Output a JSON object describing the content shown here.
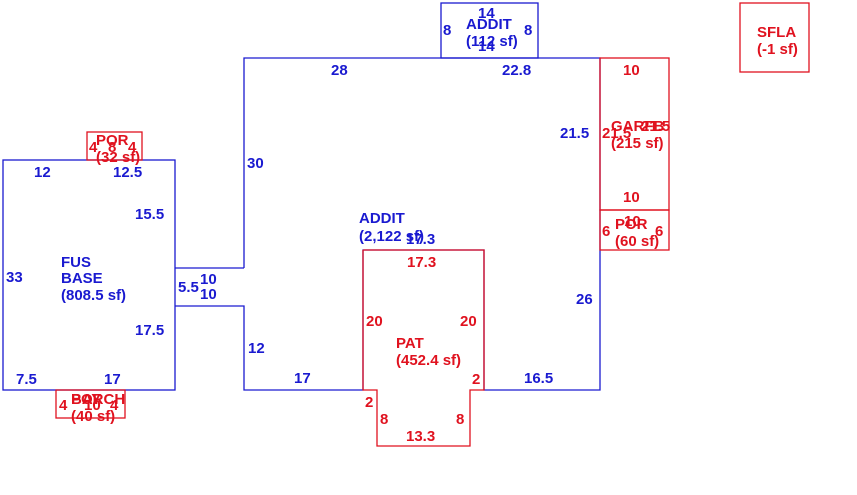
{
  "colors": {
    "living": "#1a1ad0",
    "nonliving": "#e0121f"
  },
  "areas": {
    "addit_top": {
      "name": "ADDIT",
      "area": "(112 sf)",
      "dims": [
        "14",
        "8",
        "8",
        "14"
      ]
    },
    "addit_main": {
      "name": "ADDIT",
      "area": "(2,122 sf)",
      "dims": [
        "28",
        "22.8",
        "30",
        "21.5",
        "26",
        "16.5",
        "17",
        "12",
        "10",
        "10",
        "17.3"
      ]
    },
    "fus_base": {
      "name_line1": "FUS",
      "name_line2": "BASE",
      "area": "(808.5 sf)",
      "dims": [
        "12",
        "12.5",
        "15.5",
        "33",
        "5.5",
        "17.5",
        "7.5",
        "17"
      ]
    },
    "garfb": {
      "name": "GARFB",
      "area": "(215 sf)",
      "dims": [
        "10",
        "21.5",
        "21.5",
        "10"
      ]
    },
    "por_top": {
      "name": "POR",
      "area": "(32 sf)",
      "dims": [
        "4",
        "8",
        "4"
      ]
    },
    "por_right": {
      "name": "POR",
      "area": "(60 sf)",
      "dims": [
        "6",
        "10",
        "6"
      ]
    },
    "pat": {
      "name": "PAT",
      "area": "(452.4 sf)",
      "dims": [
        "17.3",
        "20",
        "20",
        "2",
        "2",
        "8",
        "8",
        "13.3"
      ]
    },
    "bay_porch": {
      "name": "BAY",
      "name2": "PORCH",
      "area": "(40 sf)",
      "dims": [
        "4",
        "10",
        "4"
      ]
    },
    "sfla": {
      "name": "SFLA",
      "area": "(-1 sf)"
    }
  }
}
